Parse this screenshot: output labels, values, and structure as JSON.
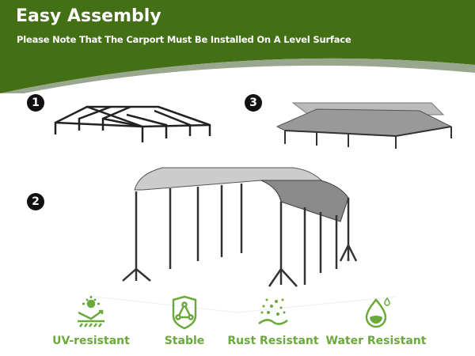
{
  "header": {
    "title": "Easy Assembly",
    "subtitle": "Please Note That The Carport Must Be Installed On A Level Surface"
  },
  "steps": [
    "1",
    "2",
    "3"
  ],
  "features": [
    {
      "label": "UV-resistant",
      "icon": "sun-uv-icon"
    },
    {
      "label": "Stable",
      "icon": "shield-triangle-icon"
    },
    {
      "label": "Rust Resistant",
      "icon": "rust-particles-icon"
    },
    {
      "label": "Water Resistant",
      "icon": "water-drop-icon"
    }
  ],
  "colors": {
    "header_green": "#436f15",
    "band_gray": "#9aa78f",
    "feature_green": "#6aaa3a"
  }
}
